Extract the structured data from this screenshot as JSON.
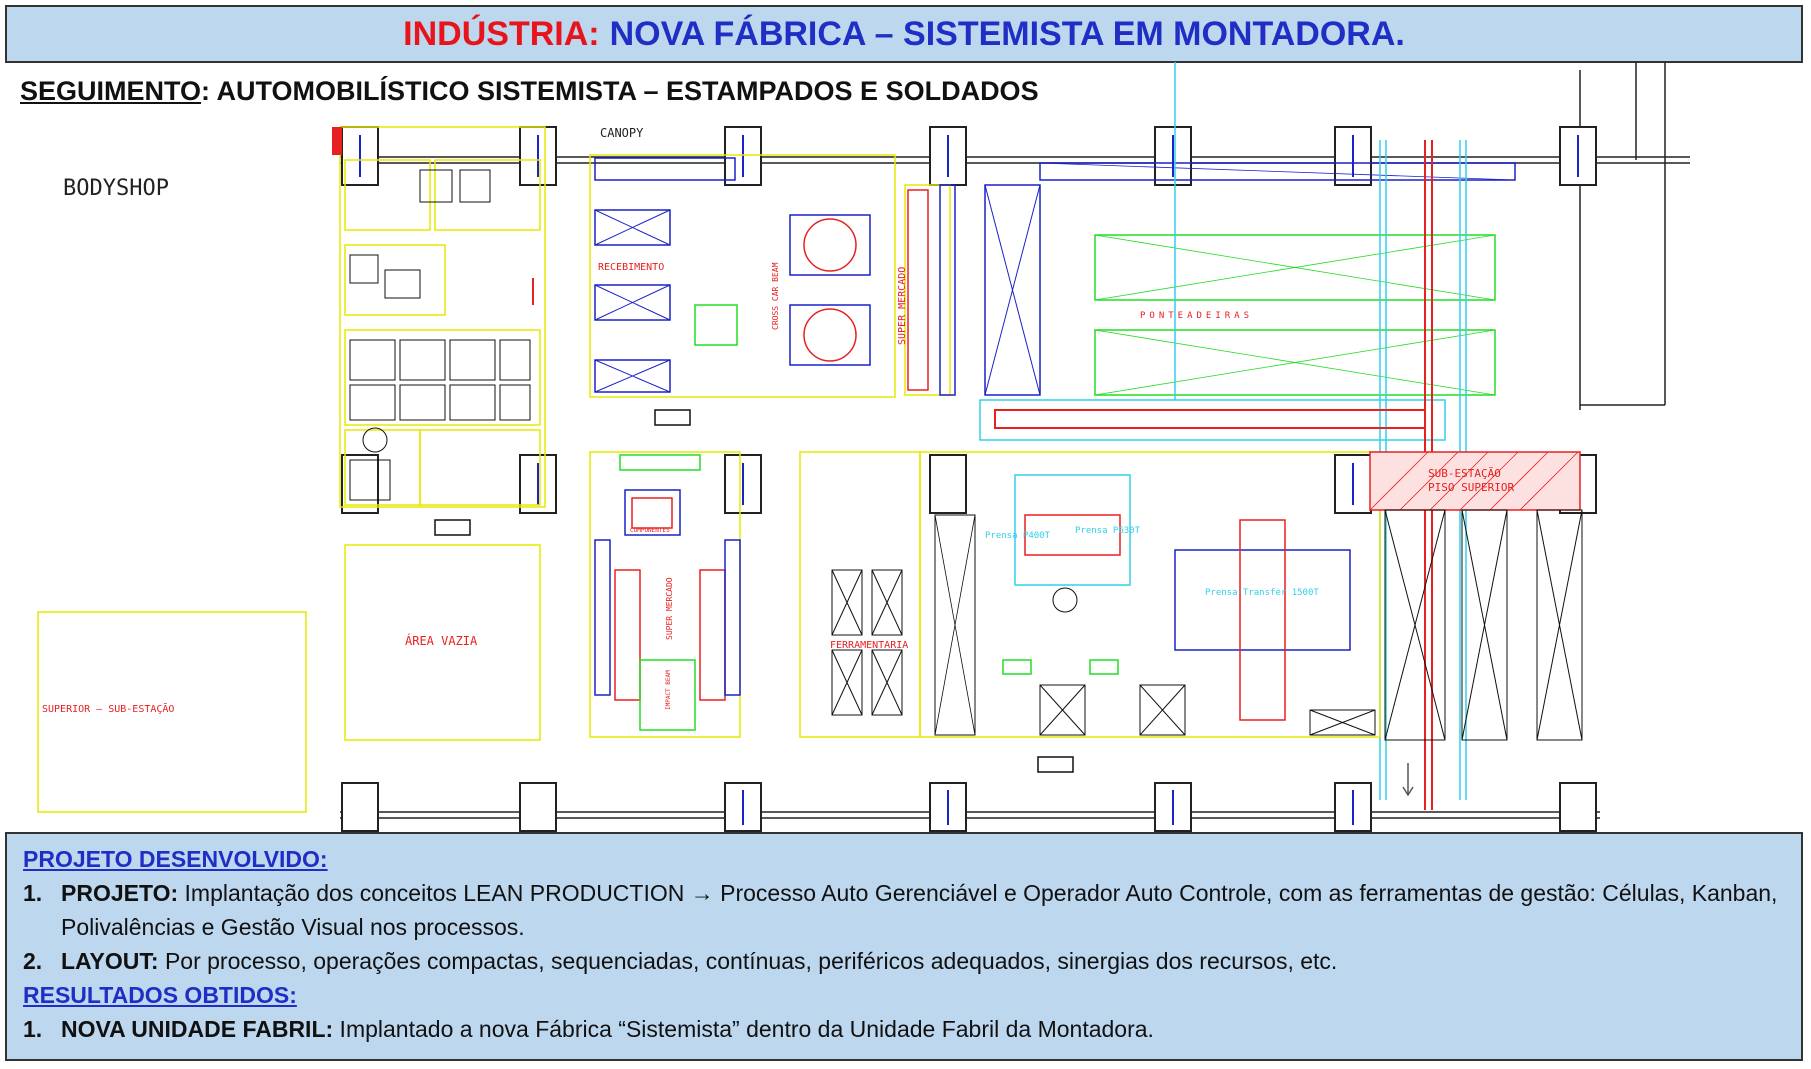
{
  "title": {
    "prefix": "INDÚSTRIA:",
    "main": "NOVA FÁBRICA – SISTEMISTA EM MONTADORA."
  },
  "segment": {
    "label": "SEGUIMENTO",
    "text": ": AUTOMOBILÍSTICO SISTEMISTA – ESTAMPADOS E SOLDADOS"
  },
  "plan_labels": {
    "bodyshop": "BODYSHOP",
    "canopy": "CANOPY",
    "recebimento": "RECEBIMENTO",
    "cross_car_beam": "CROSS CAR BEAM",
    "super_mercado": "SUPER MERCADO",
    "ponteadeiras": "PONTEADEIRAS",
    "area_vazia": "ÁREA VAZIA",
    "superior_sub_estacao": "SUPERIOR – SUB-ESTAÇÃO",
    "sub_estacao_line1": "SUB-ESTAÇÃO",
    "sub_estacao_line2": "PISO SUPERIOR",
    "ferramentaria": "FERRAMENTARIA",
    "componentes": "COMPONENTES",
    "super_mercado_2": "SUPER MERCADO",
    "impact_beam": "IMPACT BEAM",
    "prensa_400": "Prensa P400T",
    "prensa_630": "Prensa P630T",
    "prensa_transfer": "Prensa Transfer 1500T"
  },
  "colors": {
    "title_red": "#e8141b",
    "title_blue": "#1f2ec4",
    "box_bg": "#bdd7ee",
    "cad_yellow": "#e8e800",
    "cad_blue": "#1a22c8",
    "cad_green": "#22dd22",
    "cad_red": "#e82020",
    "cad_cyan": "#30d0e8"
  },
  "info": {
    "projeto_header": "PROJETO DESENVOLVIDO:",
    "items": [
      {
        "num": "1.",
        "label": "PROJETO:",
        "text": " Implantação dos conceitos LEAN PRODUCTION → Processo Auto Gerenciável e Operador Auto Controle, com as ferramentas de gestão: Células, Kanban, Polivalências e Gestão Visual nos processos."
      },
      {
        "num": "2.",
        "label": "LAYOUT:",
        "text": " Por processo, operações compactas, sequenciadas, contínuas, periféricos adequados, sinergias dos recursos, etc."
      }
    ],
    "resultados_header": "RESULTADOS OBTIDOS:",
    "results": [
      {
        "num": "1.",
        "label": "NOVA UNIDADE FABRIL:",
        "text": " Implantado a nova Fábrica “Sistemista” dentro da Unidade Fabril da Montadora."
      }
    ]
  }
}
